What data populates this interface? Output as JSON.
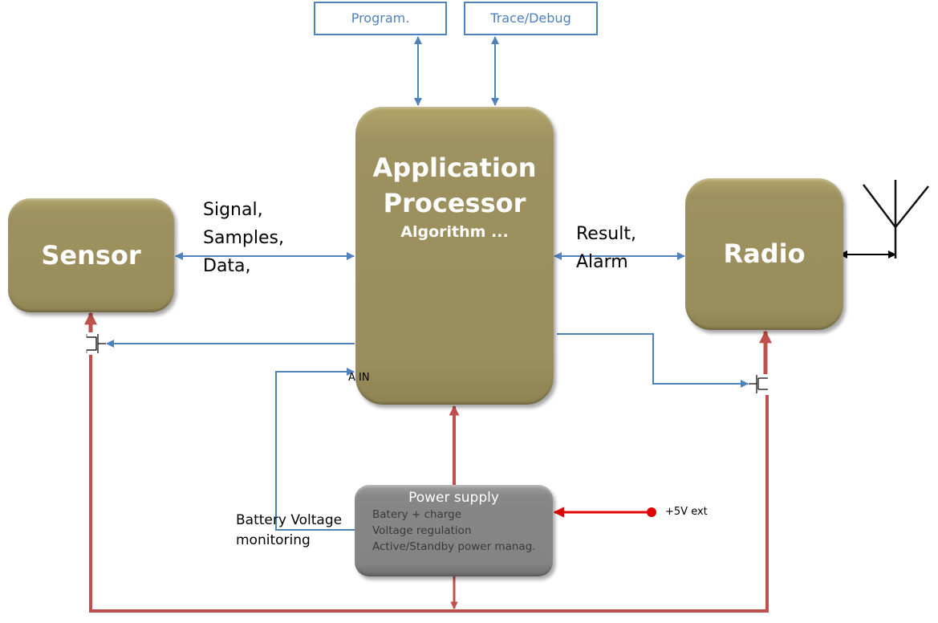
{
  "diagram": {
    "type": "block-diagram",
    "blocks": {
      "program": {
        "label": "Program."
      },
      "trace_debug": {
        "label": "Trace/Debug"
      },
      "processor": {
        "title_line1": "Application",
        "title_line2": "Processor",
        "subtitle": "Algorithm ..."
      },
      "sensor": {
        "label": "Sensor"
      },
      "radio": {
        "label": "Radio"
      },
      "power_supply": {
        "title": "Power supply",
        "lines": [
          "Batery + charge",
          "Voltage regulation",
          "Active/Standby power manag."
        ]
      }
    },
    "labels": {
      "sensor_link": "Signal,\nSamples,\nData,",
      "radio_link": "Result,\nAlarm",
      "analog_input": "A IN",
      "battery_monitor": "Battery Voltage\nmonitoring",
      "external_power": "+5V ext"
    },
    "colors": {
      "block_fill": "#9e9160",
      "power_fill": "#858585",
      "signal_line": "#4f81bd",
      "power_line": "#c0504d",
      "external_power_line": "#e00000",
      "antenna": "#000000"
    },
    "connections": [
      {
        "from": "program",
        "to": "processor",
        "kind": "signal",
        "bidirectional": true
      },
      {
        "from": "trace_debug",
        "to": "processor",
        "kind": "signal",
        "bidirectional": true
      },
      {
        "from": "sensor",
        "to": "processor",
        "kind": "signal",
        "bidirectional": true,
        "label": "Signal, Samples, Data,"
      },
      {
        "from": "processor",
        "to": "radio",
        "kind": "signal",
        "bidirectional": true,
        "label": "Result, Alarm"
      },
      {
        "from": "radio",
        "to": "antenna",
        "kind": "rf",
        "bidirectional": true
      },
      {
        "from": "processor",
        "to": "sensor_switch",
        "kind": "control"
      },
      {
        "from": "processor",
        "to": "radio_switch",
        "kind": "control"
      },
      {
        "from": "power_supply",
        "to": "processor",
        "kind": "analog",
        "label": "A IN"
      },
      {
        "from": "power_supply",
        "to": "processor",
        "kind": "power"
      },
      {
        "from": "power_supply",
        "to": "power_bus",
        "kind": "power"
      },
      {
        "from": "power_bus",
        "to": "sensor",
        "kind": "power",
        "via": "sensor_switch"
      },
      {
        "from": "power_bus",
        "to": "radio",
        "kind": "power",
        "via": "radio_switch"
      },
      {
        "from": "external_5v",
        "to": "power_supply",
        "kind": "external-power"
      }
    ]
  }
}
